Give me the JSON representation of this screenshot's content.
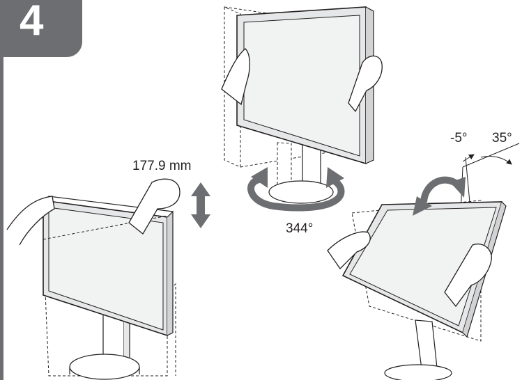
{
  "step": {
    "number": "4"
  },
  "labels": {
    "height_adjust": "177.9 mm",
    "swivel": "344°",
    "tilt_forward": "-5°",
    "tilt_back": "35°"
  },
  "colors": {
    "badge": "#6d6e71",
    "line": "#231f20",
    "screen": "#e6e7e8",
    "arrow": "#6d6e71",
    "skin": "#ffffff"
  },
  "icons": [
    "height-arrow-icon",
    "swivel-arrow-icon",
    "tilt-arrow-icon"
  ]
}
